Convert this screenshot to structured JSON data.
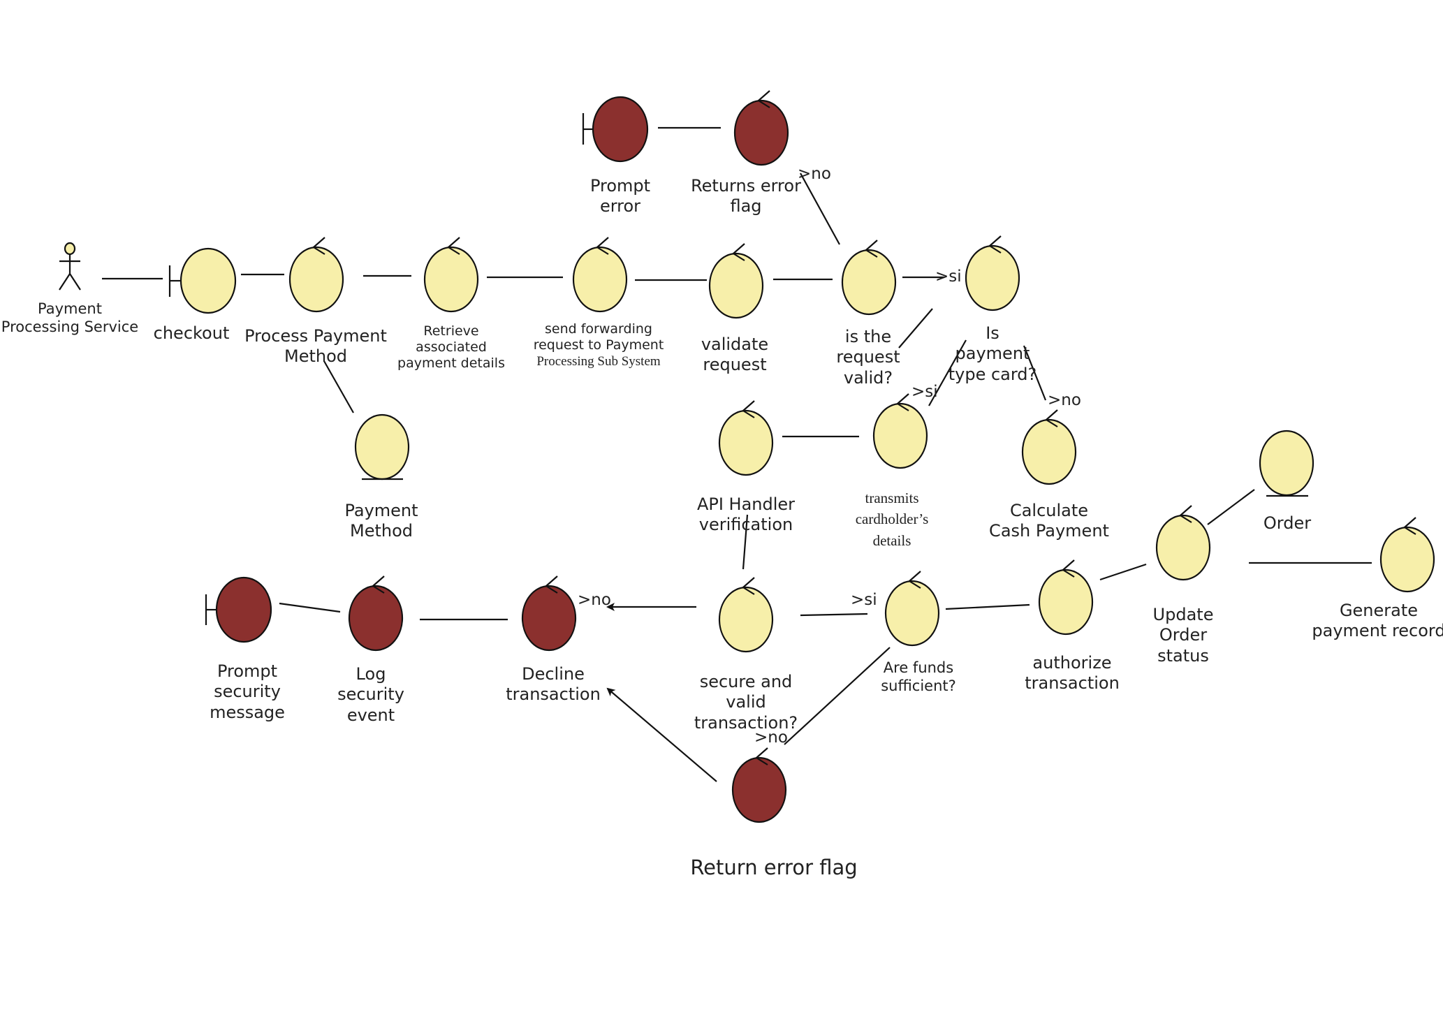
{
  "colors": {
    "control": "#f7efaa",
    "error": "#8b302e",
    "stroke": "#111111"
  },
  "nodes": {
    "actor": [
      "Payment",
      "Processing Service"
    ],
    "checkout": [
      "checkout"
    ],
    "process_payment": [
      "Process Payment",
      "Method"
    ],
    "retrieve": [
      "Retrieve",
      "associated",
      "payment details"
    ],
    "send_forwarding": [
      "send forwarding",
      "request to Payment",
      "Processing Sub System"
    ],
    "validate": [
      "validate",
      "request"
    ],
    "is_valid": [
      "is the",
      "request",
      "valid?"
    ],
    "is_card": [
      "Is",
      "payment",
      "type card?"
    ],
    "prompt_error": [
      "Prompt",
      "error"
    ],
    "returns_error": [
      "Returns error",
      "flag"
    ],
    "payment_method": [
      "Payment",
      "Method"
    ],
    "api_handler": [
      "API Handler",
      "verification"
    ],
    "transmits": [
      "transmits",
      "cardholder’s",
      "details"
    ],
    "cash_payment": [
      "Calculate",
      "Cash Payment"
    ],
    "order": [
      "Order"
    ],
    "update_order": [
      "Update",
      "Order",
      "status"
    ],
    "generate_record": [
      "Generate",
      "payment record"
    ],
    "prompt_security": [
      "Prompt",
      "security",
      "message"
    ],
    "log_security": [
      "Log",
      "security",
      "event"
    ],
    "decline": [
      "Decline",
      "transaction"
    ],
    "secure_valid": [
      "secure and",
      "valid",
      "transaction?"
    ],
    "funds": [
      "Are funds",
      "sufficient?"
    ],
    "authorize": [
      "authorize",
      "transaction"
    ],
    "return_error": [
      "Return error flag"
    ]
  },
  "guards": {
    "no_returns_error": ">no",
    "si_is_card": ">si",
    "si_transmits": ">si",
    "no_cash": ">no",
    "no_decline": ">no",
    "si_funds": ">si",
    "no_return_error": ">no"
  }
}
